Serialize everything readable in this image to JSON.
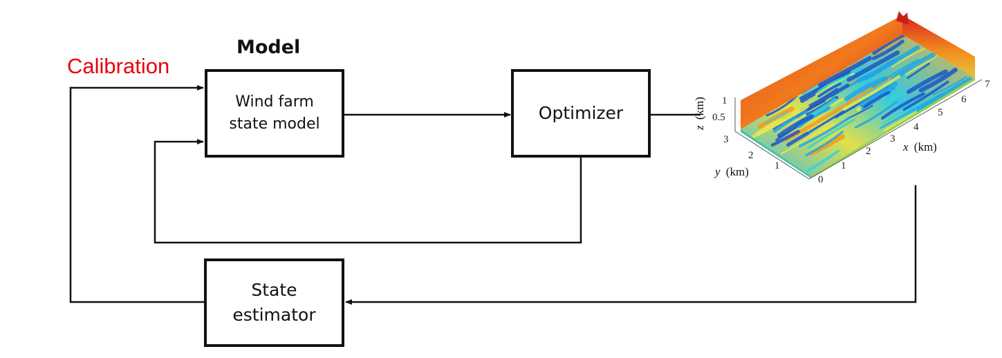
{
  "header": {
    "model_title": "Model",
    "calibration_label": "Calibration"
  },
  "blocks": {
    "wind_farm_state_model": "Wind farm\nstate model",
    "optimizer": "Optimizer",
    "state_estimator": "State\nestimator"
  },
  "flow_field_plot": {
    "z_axis": {
      "label_var": "z",
      "label_unit": "(km)",
      "ticks": [
        "1",
        "0.5"
      ]
    },
    "y_axis": {
      "label_var": "y",
      "label_unit": "(km)",
      "ticks": [
        "3",
        "2",
        "1"
      ]
    },
    "x_axis": {
      "label_var": "x",
      "label_unit": "(km)",
      "ticks": [
        "0",
        "1",
        "2",
        "3",
        "4",
        "5",
        "6",
        "7"
      ]
    },
    "colormap": [
      "#1a57c8",
      "#20a6e6",
      "#35d3d6",
      "#e7e64a",
      "#f39a1f",
      "#e3351a"
    ]
  }
}
